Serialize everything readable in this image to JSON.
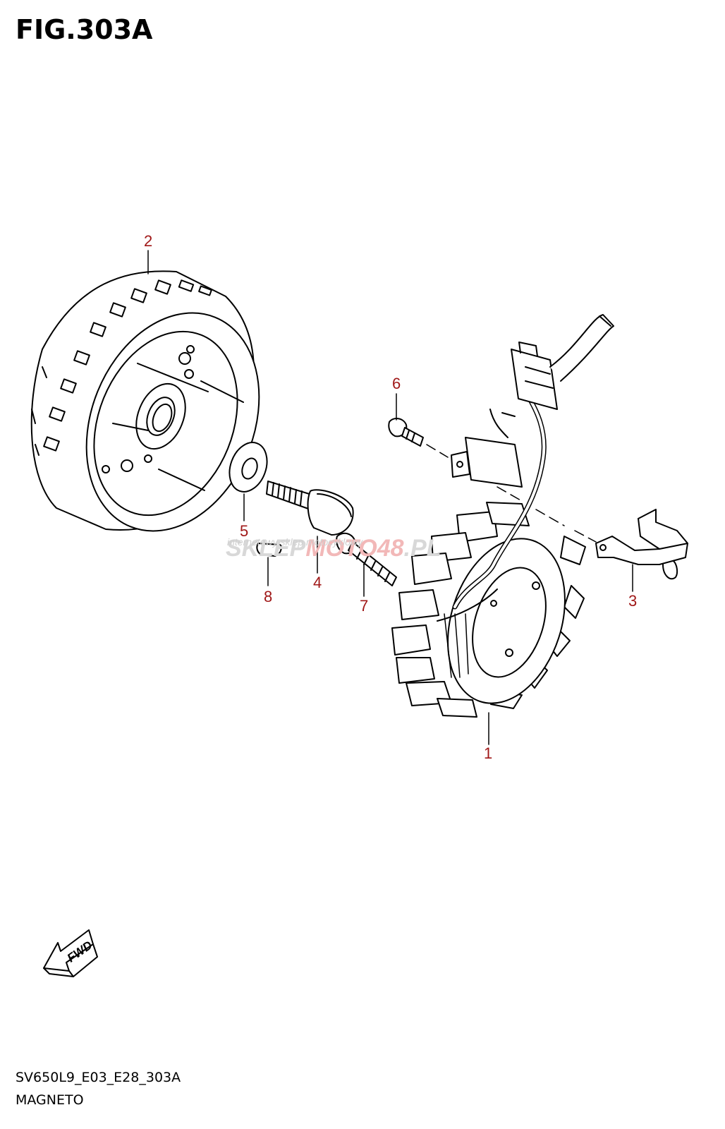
{
  "figure": {
    "title": "FIG.303A",
    "code": "SV650L9_E03_E28_303A",
    "name": "MAGNETO"
  },
  "callouts": [
    "1",
    "2",
    "3",
    "4",
    "5",
    "6",
    "7",
    "8"
  ],
  "watermark": {
    "main_left": "SKLEP",
    "main_red": "MOTO48",
    "main_right": ".PL",
    "sub": "internetowy sklep motocyklowy"
  },
  "fwd_label": "FWD",
  "colors": {
    "callout": "#a01818",
    "line": "#000000",
    "watermark": "#d8d8d8"
  }
}
